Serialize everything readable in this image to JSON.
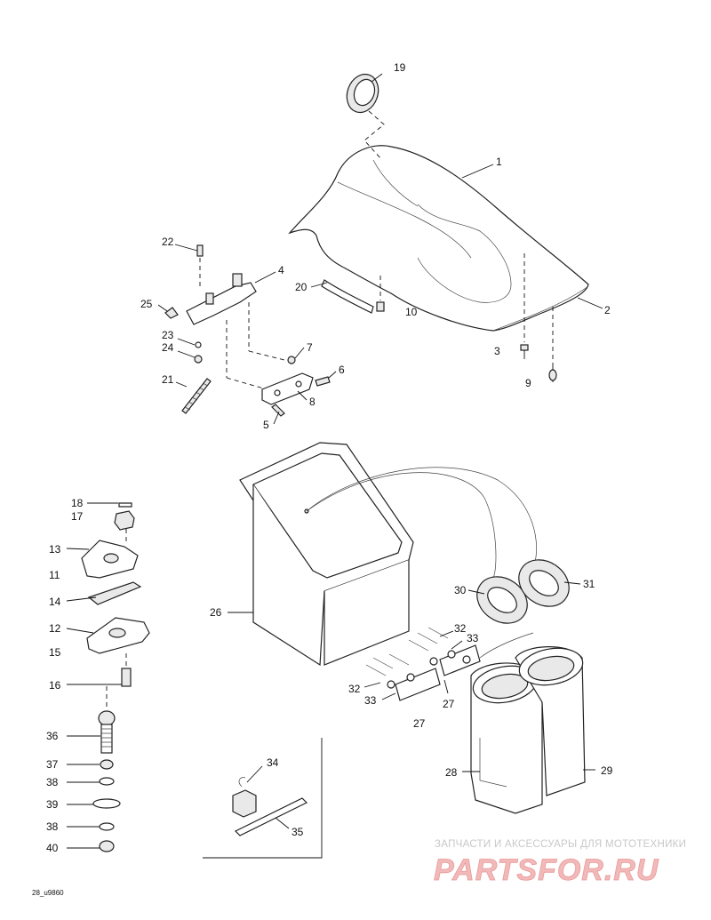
{
  "diagram_code": "28_u9860",
  "watermark": {
    "line1": "ЗАПЧАСТИ И АКСЕССУАРЫ ДЛЯ МОТОТЕХНИКИ",
    "logo": "PARTSFOR.RU"
  },
  "parts": {
    "p1": "1",
    "p2": "2",
    "p3": "3",
    "p4": "4",
    "p5": "5",
    "p6": "6",
    "p7": "7",
    "p8": "8",
    "p9": "9",
    "p10": "10",
    "p11": "11",
    "p12": "12",
    "p13": "13",
    "p14": "14",
    "p15": "15",
    "p16": "16",
    "p17": "17",
    "p18": "18",
    "p19": "19",
    "p20": "20",
    "p21": "21",
    "p22": "22",
    "p23": "23",
    "p24": "24",
    "p25": "25",
    "p26": "26",
    "p27a": "27",
    "p27b": "27",
    "p28": "28",
    "p29": "29",
    "p30": "30",
    "p31": "31",
    "p32a": "32",
    "p32b": "32",
    "p33a": "33",
    "p33b": "33",
    "p34": "34",
    "p35": "35",
    "p36": "36",
    "p37": "37",
    "p38a": "38",
    "p38b": "38",
    "p39": "39",
    "p40": "40"
  }
}
